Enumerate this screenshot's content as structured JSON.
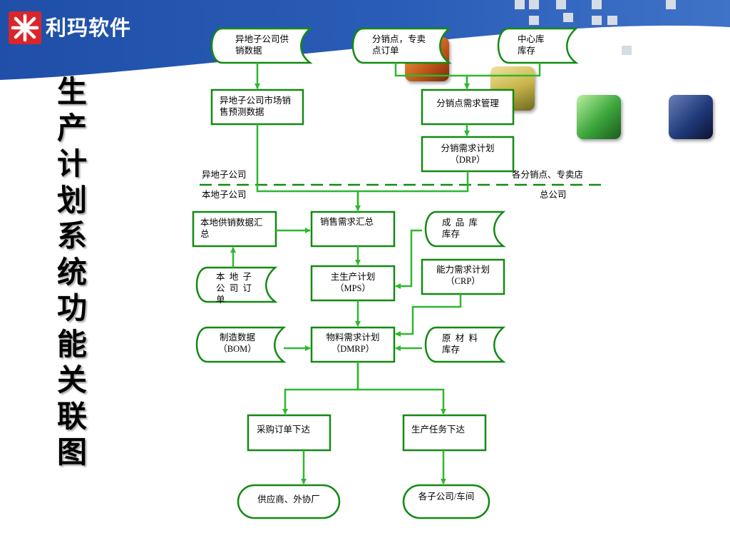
{
  "header": {
    "brand_name": "利玛软件",
    "accent_color": "#1f4fa8",
    "logo_color": "#d8262c"
  },
  "title": "生产计划系统功能关联图",
  "zones": {
    "remote_subsidiary": "异地子公司",
    "local_subsidiary": "本地子公司",
    "branches_stores": "各分销点、专卖店",
    "headquarters": "总公司"
  },
  "nodes": {
    "remote_supply_data": "异地子公司供销数据",
    "branch_orders": "分销点，专卖点订单",
    "central_inventory_line1": "中心库",
    "central_inventory_line2": "库存",
    "remote_forecast": "异地子公司市场销售预测数据",
    "branch_demand_mgmt": "分销点需求管理",
    "drp_line1": "分销需求计划",
    "drp_line2": "（DRP）",
    "local_supply_summary": "本地供销数据汇总",
    "sales_demand_summary": "销售需求汇总",
    "finished_inventory_line1": "成  品  库",
    "finished_inventory_line2": "库存",
    "crp_line1": "能力需求计划",
    "crp_line2": "（CRP）",
    "local_orders_line1": "本  地  子",
    "local_orders_line2": "公  司  订",
    "local_orders_line3": "单",
    "mps_line1": "主生产计划",
    "mps_line2": "（MPS）",
    "bom_line1": "制造数据",
    "bom_line2": "（BOM）",
    "dmrp_line1": "物料需求计划",
    "dmrp_line2": "（DMRP）",
    "raw_inventory_line1": "原  材  料",
    "raw_inventory_line2": "库存",
    "purchase_order": "采购订单下达",
    "production_task": "生产任务下达",
    "suppliers": "供应商、外协厂",
    "subsidiary_workshop": "各子公司/车间"
  },
  "colors": {
    "node_border": "#138a13",
    "arrow": "#2fb82f",
    "divider": "#138a13"
  },
  "icons": [
    "handshake-photo-icon",
    "bar-chart-photo-icon",
    "computer-photo-icon",
    "hand-gesture-photo-icon"
  ]
}
